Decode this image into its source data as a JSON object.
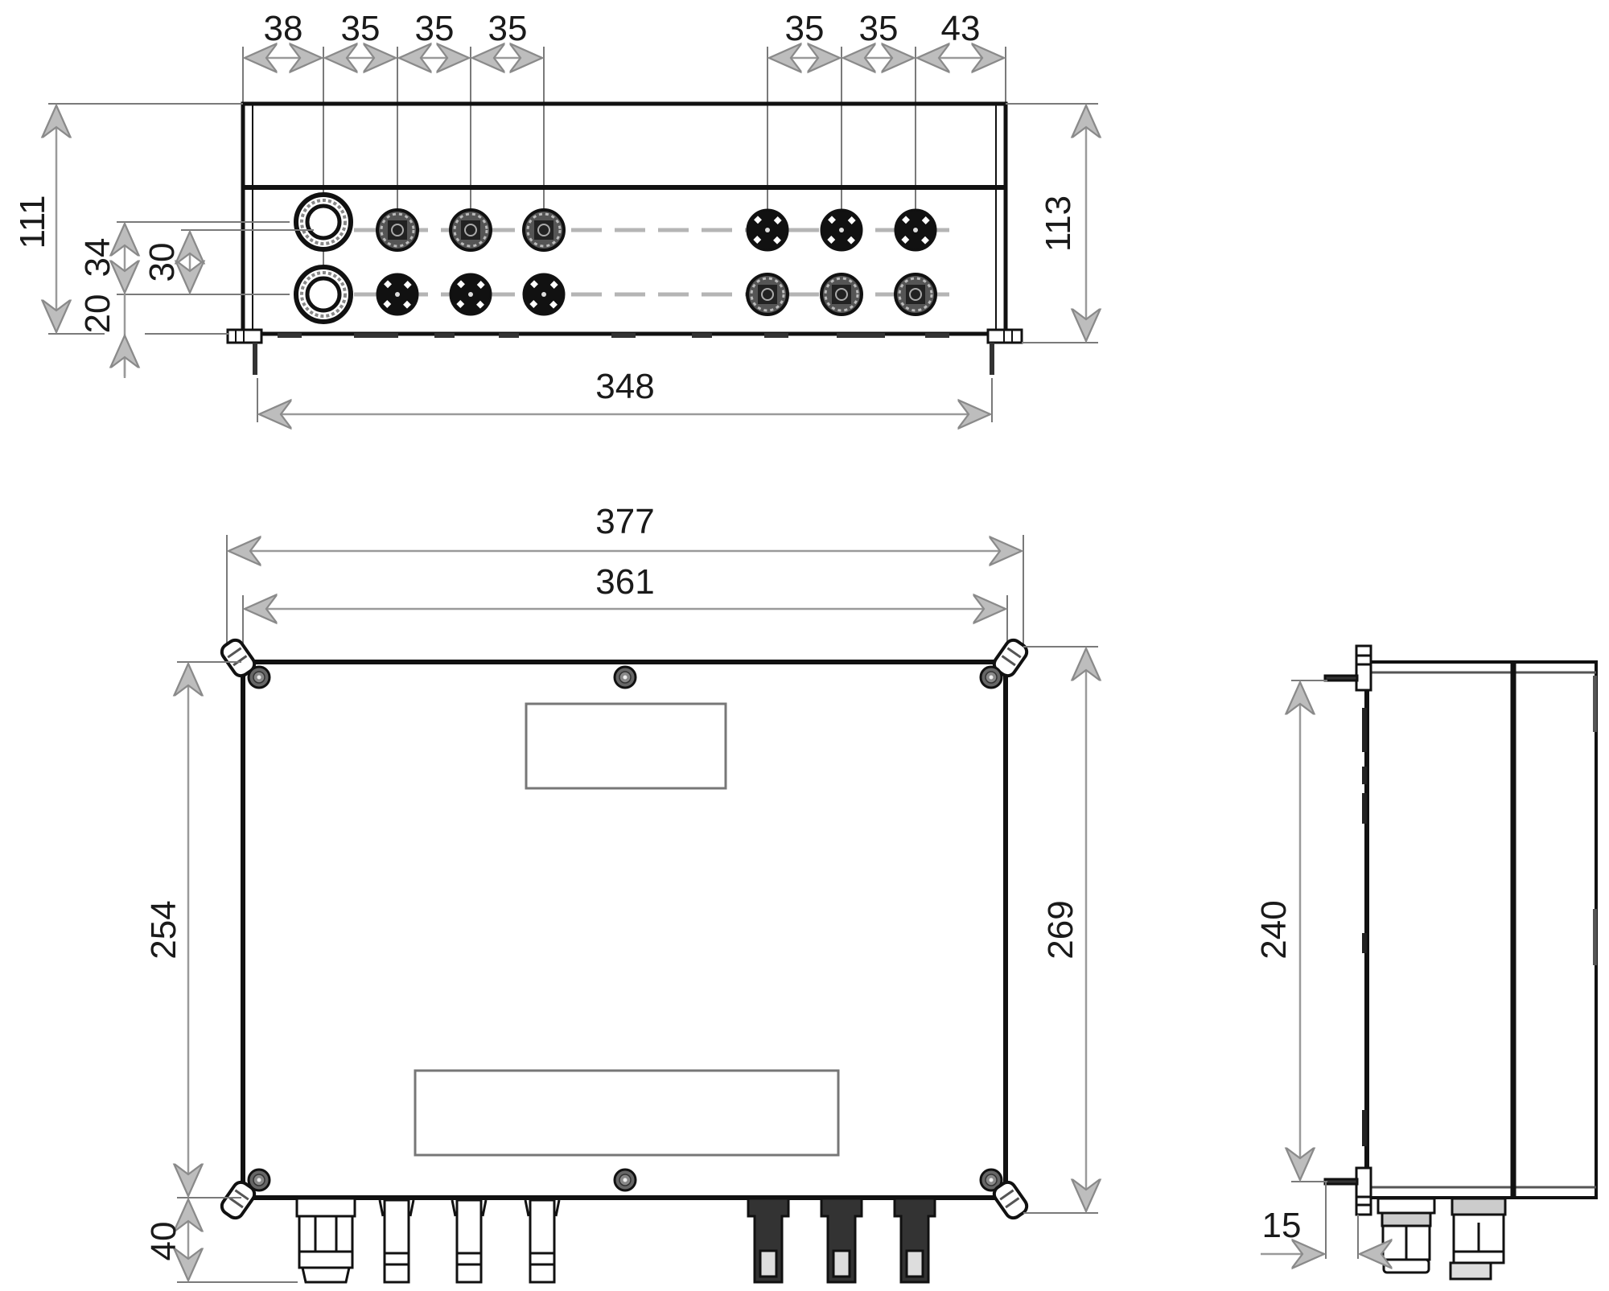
{
  "drawing": {
    "subject": "Junction box dimensional drawing",
    "units": "mm",
    "colors": {
      "line": "#111111",
      "dimension": "#9a9a9a",
      "background": "#ffffff"
    }
  },
  "top_view": {
    "top_spacing_left": [
      "38",
      "35",
      "35",
      "35"
    ],
    "top_spacing_right": [
      "35",
      "35",
      "43"
    ],
    "height_left": "111",
    "height_right": "113",
    "row_offset_outer": "34",
    "row_offset_inner": "30",
    "bottom_offset": "20",
    "mount_width": "348",
    "row1_connectors": [
      "cable-gland",
      "socket-female",
      "socket-female",
      "socket-female",
      "plug-male",
      "plug-male",
      "plug-male"
    ],
    "row2_connectors": [
      "cable-gland",
      "plug-male",
      "plug-male",
      "plug-male",
      "socket-female",
      "socket-female",
      "socket-female"
    ]
  },
  "front_view": {
    "overall_width": "377",
    "body_width": "361",
    "body_height": "254",
    "overall_height": "269",
    "connector_depth": "40",
    "label_plates": [
      "upper-label-plate",
      "lower-label-plate"
    ]
  },
  "side_view": {
    "mount_height": "240",
    "flange_depth": "15"
  }
}
